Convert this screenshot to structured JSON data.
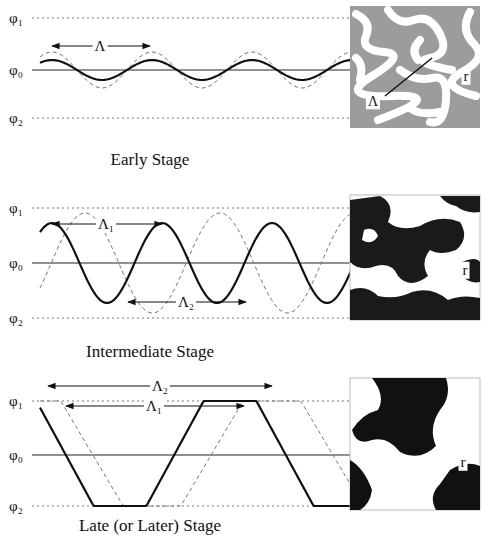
{
  "diagram": {
    "labels": [
      "φ₁",
      "φ₀",
      "φ₂",
      "Λ",
      "r",
      "Λ",
      "Early Stage",
      "φ₁",
      "φ₀",
      "φ₂",
      "Λ₁",
      "Λ₂",
      "r",
      "Intermediate Stage",
      "φ₁",
      "φ₀",
      "φ₂",
      "Λ₂",
      "Λ₁",
      "r",
      "Late (or Later) Stage"
    ]
  }
}
